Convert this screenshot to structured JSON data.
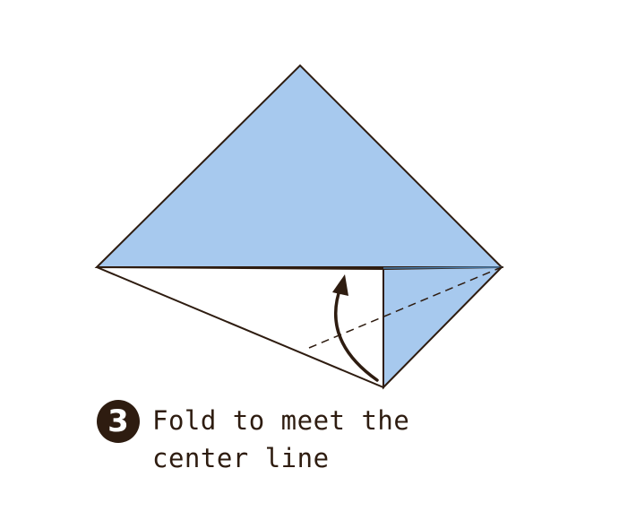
{
  "step": {
    "number": "3",
    "instruction": "Fold to meet the center line"
  },
  "colors": {
    "paper_blue": "#a7c9ee",
    "paper_white": "#ffffff",
    "outline": "#2e1c10",
    "crease": "#4a7fb0",
    "badge": "#2e1c10",
    "text": "#2e1c10"
  },
  "icons": {
    "arrow": "curved-fold-arrow-icon",
    "badge": "step-number-badge"
  }
}
